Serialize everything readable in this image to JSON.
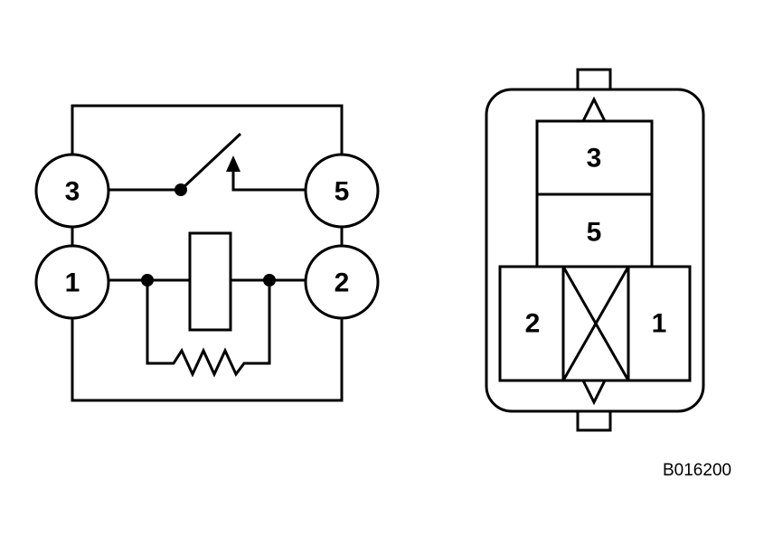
{
  "schematic": {
    "terminals": [
      {
        "id": "3",
        "label": "3"
      },
      {
        "id": "5",
        "label": "5"
      },
      {
        "id": "1",
        "label": "1"
      },
      {
        "id": "2",
        "label": "2"
      }
    ]
  },
  "connector": {
    "cavities": [
      {
        "id": "3",
        "label": "3"
      },
      {
        "id": "5",
        "label": "5"
      },
      {
        "id": "2",
        "label": "2"
      },
      {
        "id": "1",
        "label": "1"
      }
    ]
  },
  "figure_code": "B016200"
}
